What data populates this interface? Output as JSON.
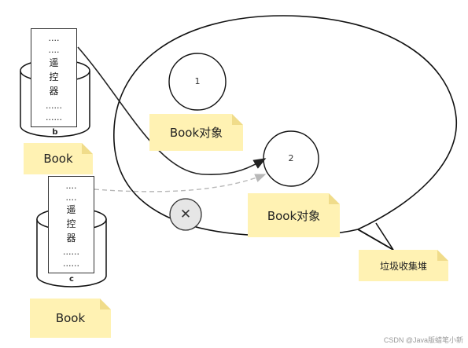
{
  "heap": {
    "label": "垃圾收集堆"
  },
  "reference_b": {
    "lines": [
      "....",
      "....",
      "遥",
      "控",
      "器",
      "......",
      "......"
    ],
    "cylinder_label": "b",
    "type_label": "Book"
  },
  "reference_c": {
    "lines": [
      "....",
      "....",
      "遥",
      "控",
      "器",
      "......",
      "......"
    ],
    "cylinder_label": "c",
    "type_label": "Book"
  },
  "objects": [
    {
      "number": "1",
      "label": "Book对象"
    },
    {
      "number": "2",
      "label": "Book对象"
    }
  ],
  "unreachable_mark": "✕",
  "watermark": "CSDN @Java版蜡笔小新",
  "colors": {
    "note": "#fff2b3",
    "arrow_solid": "#222222",
    "arrow_dashed": "#b8b8b8",
    "cross_fill": "#e6e6e6"
  }
}
